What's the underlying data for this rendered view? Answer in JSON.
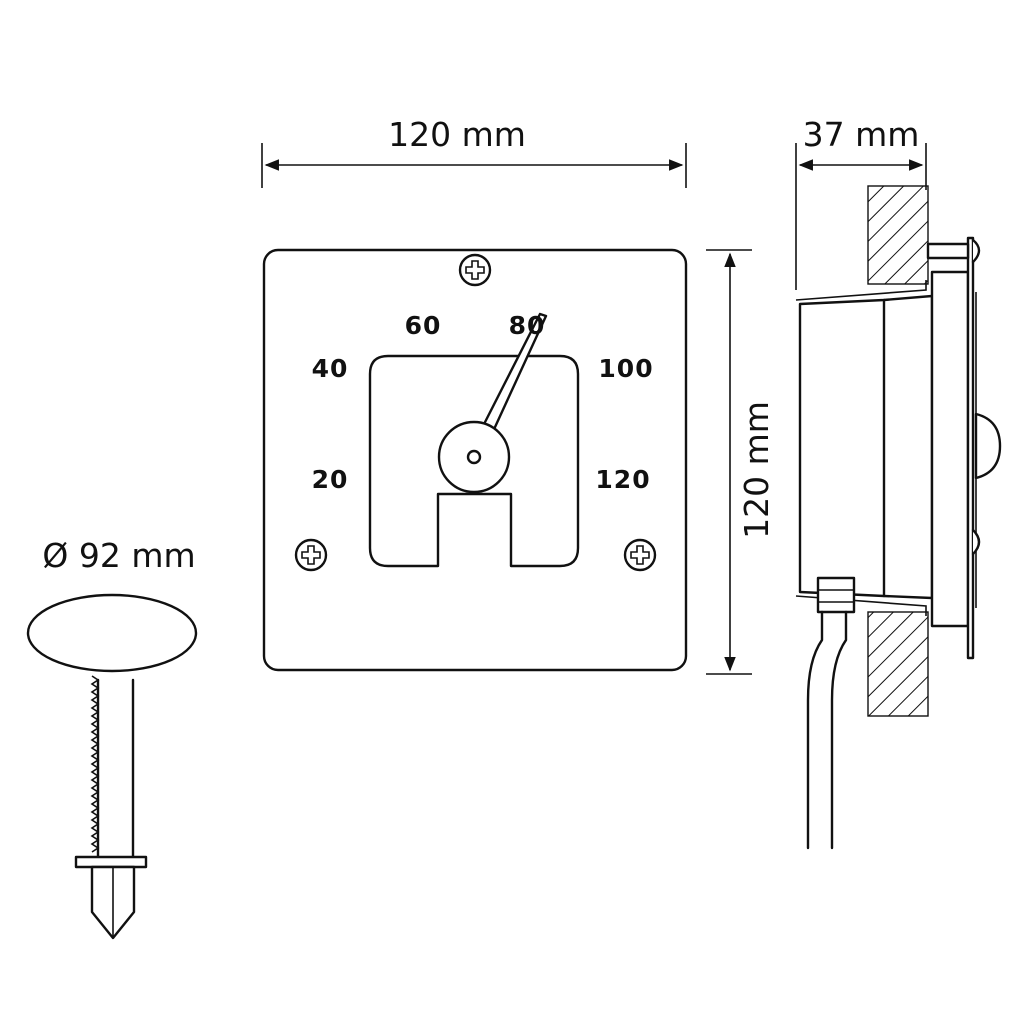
{
  "dimensions": {
    "front_width": "120 mm",
    "front_height": "120 mm",
    "side_depth": "37 mm",
    "sensor_diameter": "Ø 92 mm"
  },
  "dial": {
    "scale_labels": [
      "20",
      "40",
      "60",
      "80",
      "100",
      "120"
    ],
    "pointer_value": 80
  },
  "colors": {
    "line": "#111111",
    "background": "#ffffff"
  },
  "icons": [
    "screw-icon",
    "wall-hatch",
    "sensor-probe",
    "capillary-tube"
  ]
}
